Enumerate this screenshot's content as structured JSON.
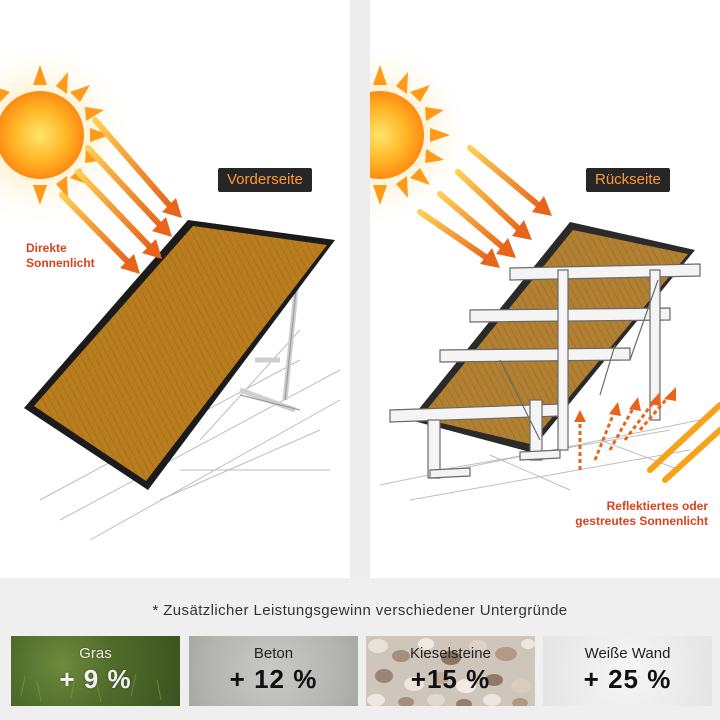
{
  "front": {
    "tag": "Vorderseite",
    "caption_line1": "Direkte",
    "caption_line2": "Sonnenlicht"
  },
  "back": {
    "tag": "Rückseite",
    "caption_line1": "Reflektiertes oder",
    "caption_line2": "gestreutes Sonnenlicht"
  },
  "footnote": "* Zusätzlicher Leistungsgewinn verschiedener Untergründe",
  "surfaces": [
    {
      "name": "Gras",
      "gain": "+ 9 %"
    },
    {
      "name": "Beton",
      "gain": "+ 12 %"
    },
    {
      "name": "Kieselsteine",
      "gain": "+15 %"
    },
    {
      "name": "Weiße Wand",
      "gain": "+ 25 %"
    }
  ],
  "colors": {
    "accent": "#ff9a3a",
    "caption": "#d9421a",
    "panel": "#b97d1f",
    "frame": "#1b1b1b"
  }
}
